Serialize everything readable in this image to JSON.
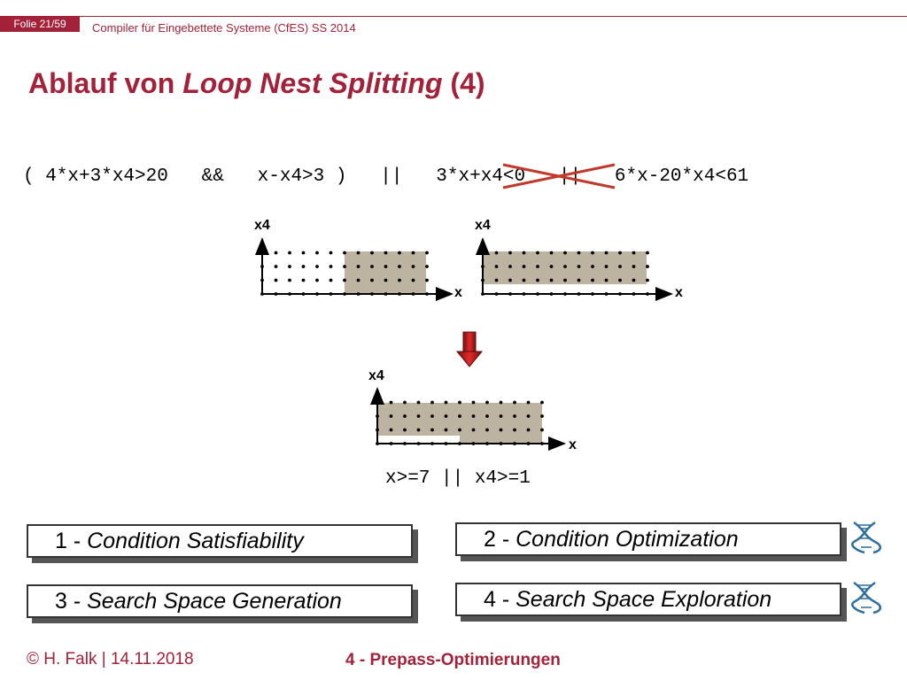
{
  "header": {
    "slide_number": "Folie 21/59",
    "course_title": "Compiler für Eingebettete Systeme (CfES) SS 2014"
  },
  "title": {
    "prefix": "Ablauf von ",
    "italic": "Loop Nest Splitting",
    "suffix": " (4)"
  },
  "condition": {
    "part1": "( 4*x+3*x4>20   &&   x-x4>3 )   ||   ",
    "struck": "3*x+x4<0",
    "part2": "   ||   6*x-20*x4<61"
  },
  "plots": {
    "top_left": {
      "xlabel": "x",
      "ylabel": "x4"
    },
    "top_right": {
      "xlabel": "x",
      "ylabel": "x4"
    },
    "bottom": {
      "xlabel": "x",
      "ylabel": "x4"
    }
  },
  "result": "x>=7 || x4>=1",
  "steps": [
    {
      "number": "1 - ",
      "label": "Condition Satisfiability"
    },
    {
      "number": "2 - ",
      "label": "Condition Optimization"
    },
    {
      "number": "3 - ",
      "label": "Search Space Generation"
    },
    {
      "number": "4 - ",
      "label": "Search Space Exploration"
    }
  ],
  "footer": {
    "left": "© H. Falk | 14.11.2018",
    "center": "4 - Prepass-Optimierungen"
  },
  "colors": {
    "accent": "#a3223a",
    "region_fill": "#bdb3a1",
    "arrow": "#cc1f1f",
    "strike": "#c0392b"
  },
  "icons": [
    "dna-icon",
    "dna-icon"
  ]
}
